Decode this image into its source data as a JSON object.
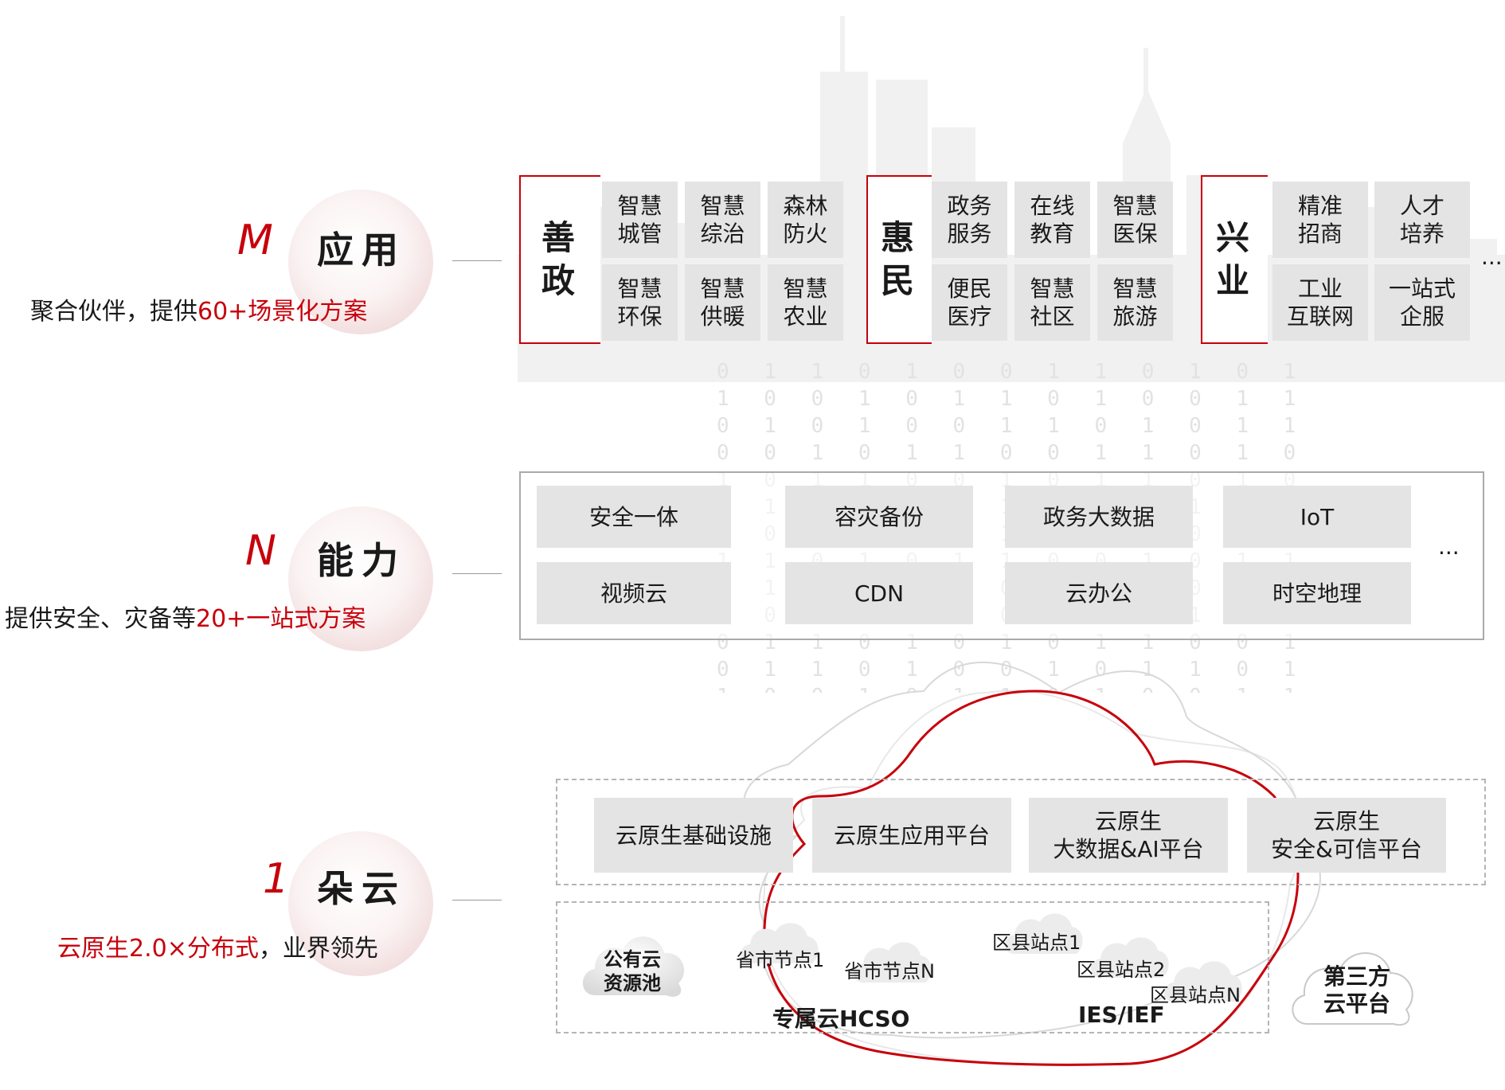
{
  "tiers": {
    "m": {
      "letter": "M",
      "title": "应用",
      "desc_plain": "聚合伙伴，提供",
      "desc_highlight": "60+场景化方案"
    },
    "n": {
      "letter": "N",
      "title": "能力",
      "desc_plain": "提供安全、灾备等",
      "desc_highlight": "20+一站式方案"
    },
    "one": {
      "letter": "1",
      "title": "朵云",
      "desc_highlight": "云原生2.0×分布式",
      "desc_plain": "，业界领先"
    }
  },
  "apps": {
    "groups": [
      {
        "label": "善\n政",
        "tiles": [
          "智慧\n城管",
          "智慧\n综治",
          "森林\n防火",
          "智慧\n环保",
          "智慧\n供暖",
          "智慧\n农业"
        ]
      },
      {
        "label": "惠\n民",
        "tiles": [
          "政务\n服务",
          "在线\n教育",
          "智慧\n医保",
          "便民\n医疗",
          "智慧\n社区",
          "智慧\n旅游"
        ]
      },
      {
        "label": "兴\n业",
        "tiles": [
          "精准\n招商",
          "人才\n培养",
          "工业\n互联网",
          "一站式\n企服"
        ]
      }
    ],
    "more": "..."
  },
  "capabilities": {
    "tiles": [
      "安全一体",
      "容灾备份",
      "政务大数据",
      "IoT",
      "视频云",
      "CDN",
      "云办公",
      "时空地理"
    ],
    "more": "..."
  },
  "cloud": {
    "platforms": [
      "云原生基础设施",
      "云原生应用平台",
      "云原生\n大数据&AI平台",
      "云原生\n安全&可信平台"
    ],
    "public_pool": "公有云\n资源池",
    "nodes": [
      "省市节点1",
      "省市节点N",
      "区县站点1",
      "区县站点2",
      "区县站点N"
    ],
    "group_hcso": "专属云HCSO",
    "group_ies": "IES/IEF",
    "third_party": "第三方\n云平台"
  },
  "colors": {
    "accent": "#c7000b",
    "tile": "#e4e4e4"
  }
}
